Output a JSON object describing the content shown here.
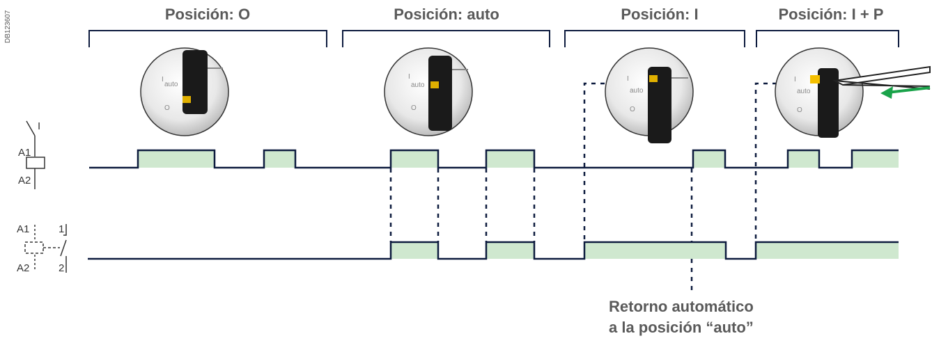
{
  "document_id": "DB123607",
  "positions": [
    {
      "label": "Posición: O"
    },
    {
      "label": "Posición: auto"
    },
    {
      "label": "Posición: I"
    },
    {
      "label": "Posición: I + P"
    }
  ],
  "coil_symbol": {
    "a1": "A1",
    "a2": "A2",
    "switch": "I"
  },
  "contact_symbol": {
    "a1": "A1",
    "a2": "A2",
    "n1": "1",
    "n2": "2"
  },
  "switch_icon_text": {
    "i": "I",
    "auto": "auto",
    "o": "O"
  },
  "note": {
    "line1": "Retorno automático",
    "line2": "a la posición “auto”"
  },
  "colors": {
    "pulse_fill": "#cfe8cf",
    "line": "#0d1b3e",
    "arrow": "#1aa34a"
  }
}
